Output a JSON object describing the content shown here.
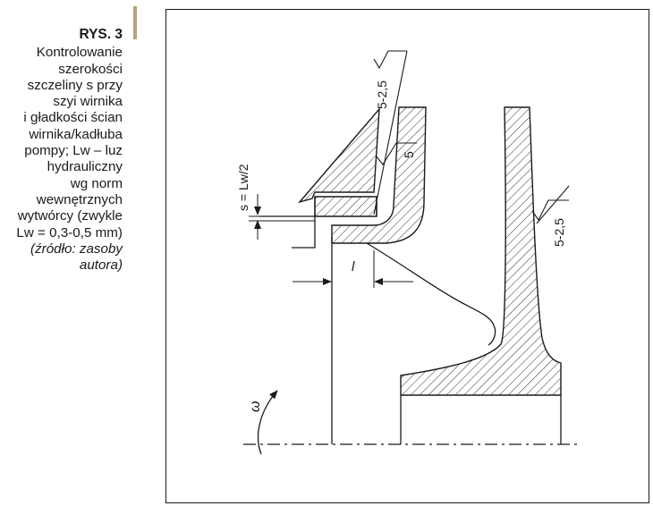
{
  "figure": {
    "label": "RYS. 3",
    "caption_lines": [
      {
        "text": "Kontrolowanie",
        "italic": false
      },
      {
        "text": "szerokości",
        "italic": false
      },
      {
        "text": "szczeliny s przy",
        "italic": false
      },
      {
        "text": "szyi wirnika",
        "italic": false
      },
      {
        "text": "i gładkości ścian",
        "italic": false
      },
      {
        "text": "wirnika/kadłuba",
        "italic": false
      },
      {
        "text": "pompy; Lw – luz",
        "italic": false
      },
      {
        "text": "hydrauliczny",
        "italic": false
      },
      {
        "text": "wg norm",
        "italic": false
      },
      {
        "text": "wewnętrznych",
        "italic": false
      },
      {
        "text": "wytwórcy (zwykle",
        "italic": false
      },
      {
        "text": "Lw = 0,3-0,5 mm)",
        "italic": false
      },
      {
        "text": "(źródło: zasoby",
        "italic": true
      },
      {
        "text": "autora)",
        "italic": true
      }
    ],
    "accent_color": "#b8a27d"
  },
  "drawing": {
    "roughness_top": "5-2,5",
    "roughness_mid": "5",
    "roughness_right": "5-2,5",
    "gap_label": "s = Lw/2",
    "length_label": "l",
    "rotation_label": "ω"
  }
}
